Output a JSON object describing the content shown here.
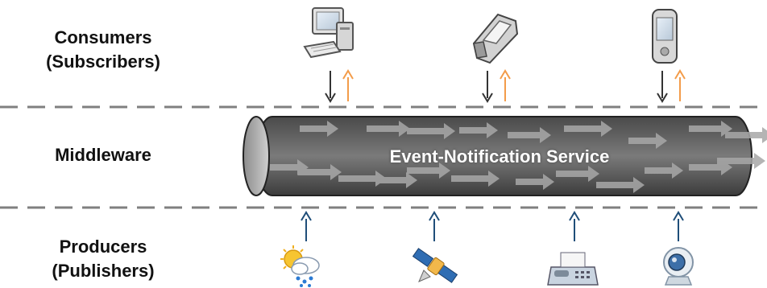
{
  "layers": {
    "consumers": {
      "line1": "Consumers",
      "line2": "(Subscribers)"
    },
    "middleware": {
      "label": "Middleware"
    },
    "producers": {
      "line1": "Producers",
      "line2": "(Publishers)"
    }
  },
  "service": {
    "label": "Event-Notification Service"
  },
  "consumer_devices": [
    {
      "icon": "desktop-computer-icon"
    },
    {
      "icon": "mobile-phone-icon"
    },
    {
      "icon": "pda-handheld-icon"
    }
  ],
  "producer_devices": [
    {
      "icon": "weather-icon"
    },
    {
      "icon": "satellite-icon"
    },
    {
      "icon": "fax-machine-icon"
    },
    {
      "icon": "webcam-icon"
    }
  ],
  "colors": {
    "down_arrow": "#333333",
    "up_arrow_consumer": "#f39c4a",
    "up_arrow_producer": "#1f4e79",
    "divider": "#808080",
    "tube": "#606060"
  }
}
